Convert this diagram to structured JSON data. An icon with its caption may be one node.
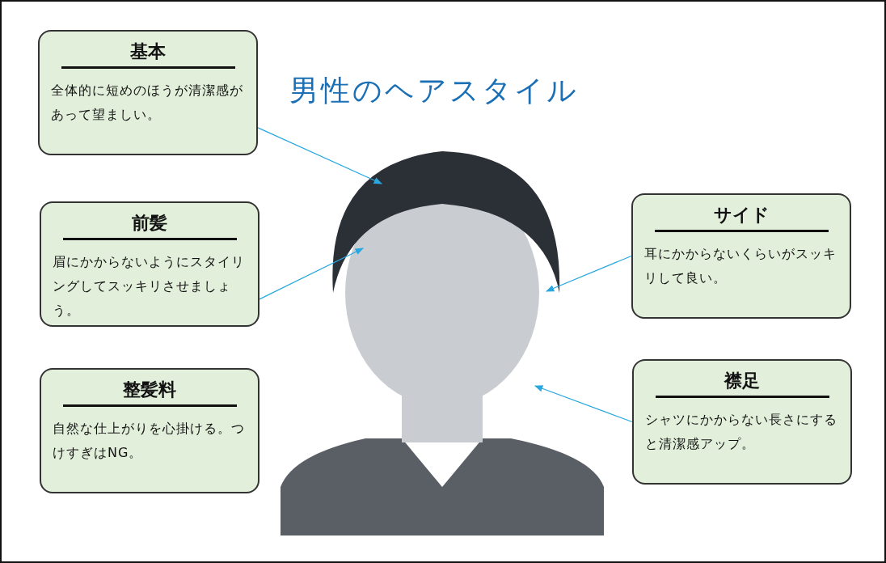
{
  "diagram": {
    "title": "男性のヘアスタイル",
    "nodes": [
      {
        "text": [
          "基本",
          "全体的に短めのほうが清潔感があって望ましい。"
        ]
      },
      {
        "text": [
          "前髪",
          "眉にかからないようにスタイリングしてスッキリさせましょう。"
        ]
      },
      {
        "text": [
          "整髪料",
          "自然な仕上がりを心掛ける。つけすぎはNG。"
        ]
      },
      {
        "text": [
          "サイド",
          "耳にかからないくらいがスッキリして良い。"
        ]
      },
      {
        "text": [
          "襟足",
          "シャツにかからない長さにすると清潔感アップ。"
        ]
      }
    ],
    "edges": [
      {
        "from": 0,
        "to": null,
        "arrow": "to"
      },
      {
        "from": 1,
        "to": null,
        "arrow": "to"
      },
      {
        "from": 3,
        "to": null,
        "arrow": "to"
      },
      {
        "from": 4,
        "to": null,
        "arrow": "to"
      }
    ]
  }
}
